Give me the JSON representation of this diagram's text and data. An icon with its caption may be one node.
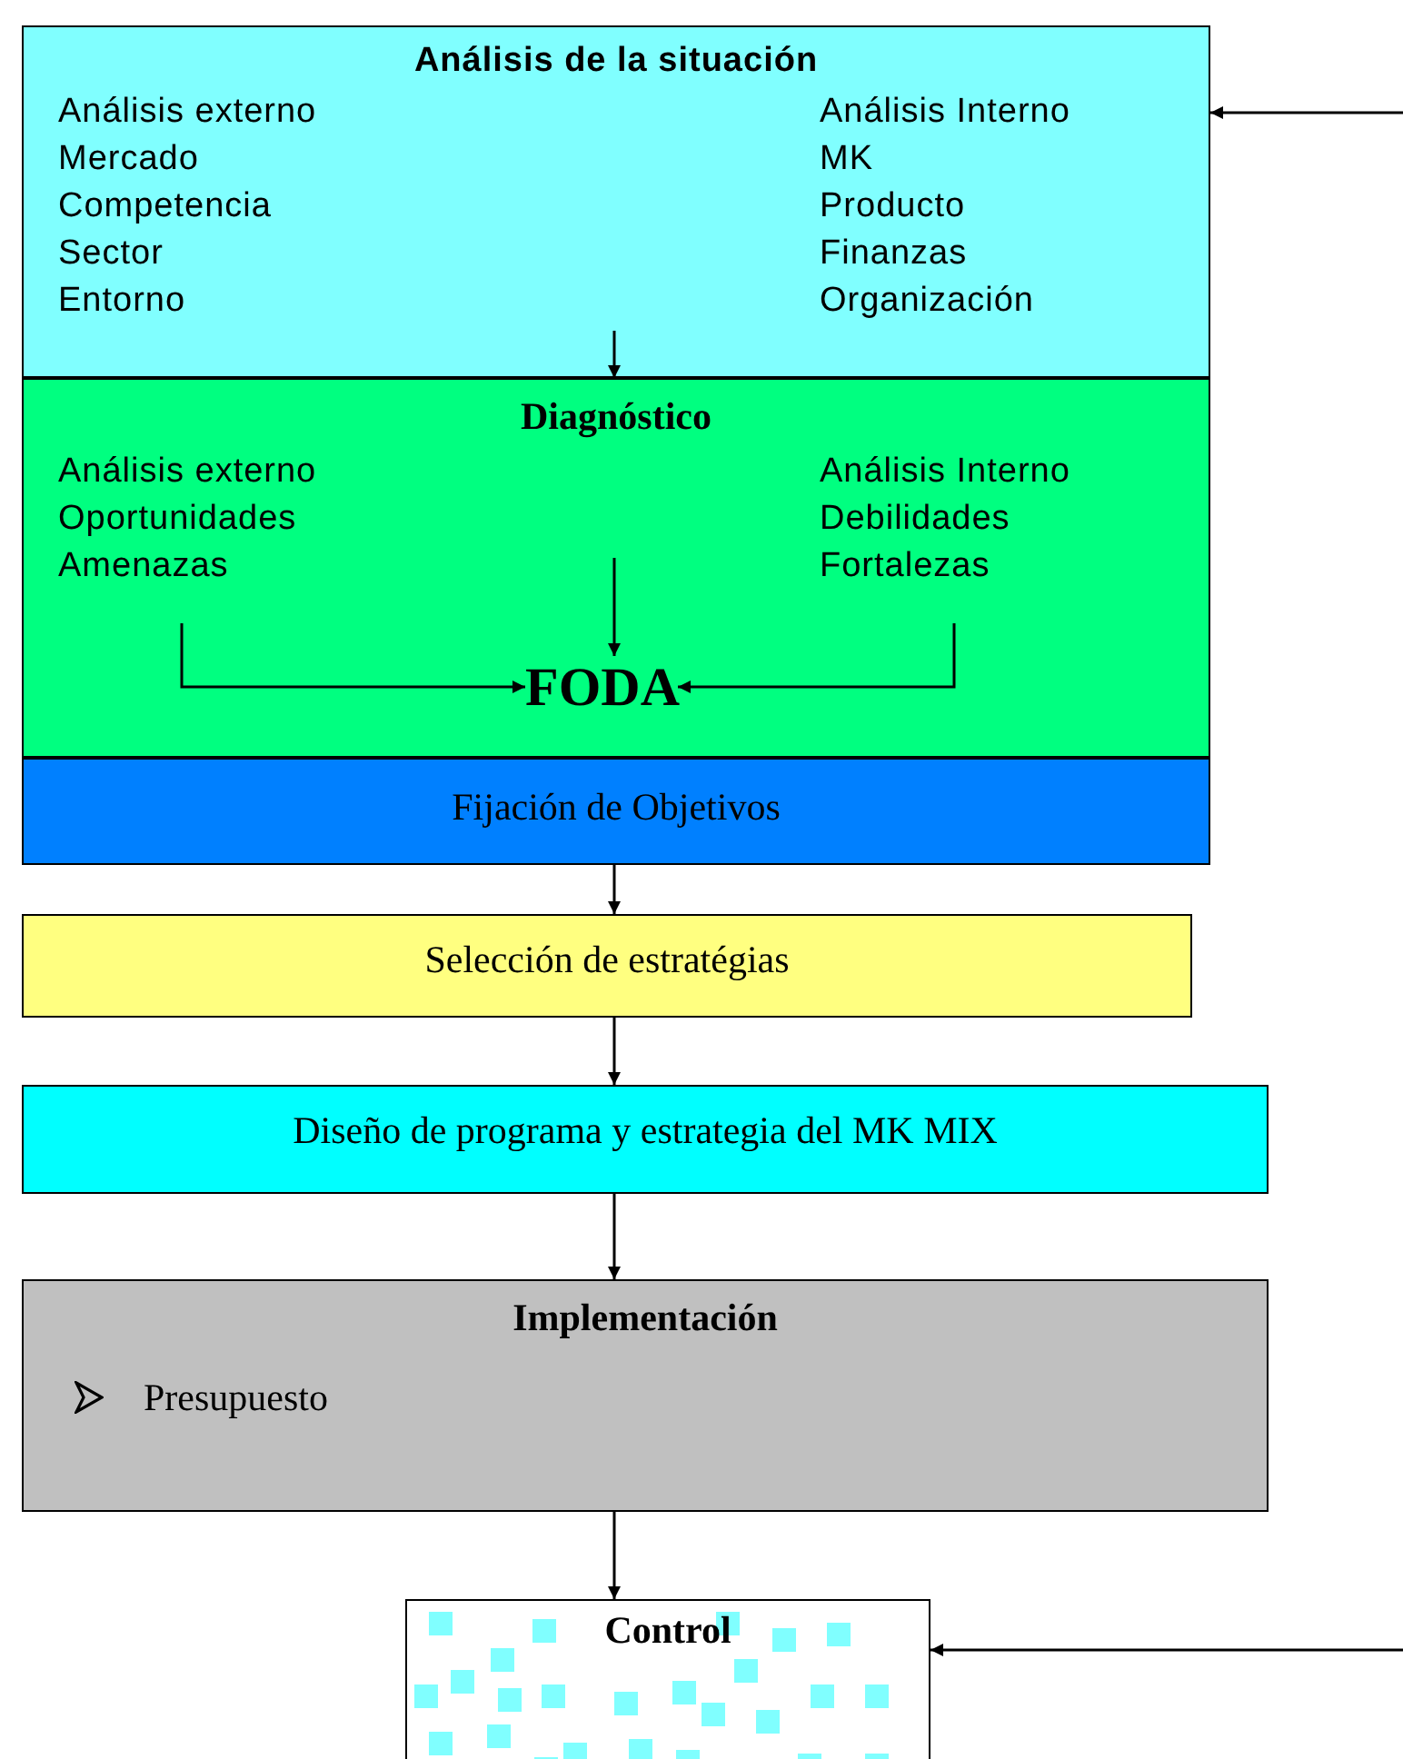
{
  "diagram": {
    "nodes": [
      {
        "text": [
          "Análisis de la situación",
          "Análisis externo",
          "Mercado",
          "Competencia",
          "Sector",
          "Entorno",
          "Análisis Interno",
          "MK",
          "Producto",
          "Finanzas",
          "Organización"
        ]
      },
      {
        "text": [
          "Diagnóstico",
          "Análisis externo",
          "Oportunidades",
          "Amenazas",
          "Análisis Interno",
          "Debilidades",
          "Fortalezas"
        ]
      },
      {
        "text": [
          "FODA"
        ],
        "in": 1
      },
      {
        "text": [
          "Fijación de Objetivos"
        ]
      },
      {
        "text": [
          "Selección de estratégias"
        ]
      },
      {
        "text": [
          "Diseño de programa y estrategia del MK MIX"
        ]
      },
      {
        "text": [
          "Implementación",
          "Presupuesto"
        ]
      },
      {
        "text": [
          "Control"
        ]
      }
    ],
    "edges": [
      {
        "from": null,
        "to": 0,
        "arrow": "to"
      },
      {
        "from": 0,
        "to": 1,
        "arrow": "to"
      },
      {
        "from": null,
        "to": 2,
        "arrow": "to"
      },
      {
        "from": null,
        "to": 2,
        "arrow": "to"
      },
      {
        "from": null,
        "to": 2,
        "arrow": "to"
      },
      {
        "from": 3,
        "to": 4,
        "arrow": "to"
      },
      {
        "from": 4,
        "to": 5,
        "arrow": "to"
      },
      {
        "from": 5,
        "to": 6,
        "arrow": "to"
      },
      {
        "from": 6,
        "to": 7,
        "arrow": "to"
      },
      {
        "from": null,
        "to": 7,
        "arrow": "to"
      }
    ]
  }
}
